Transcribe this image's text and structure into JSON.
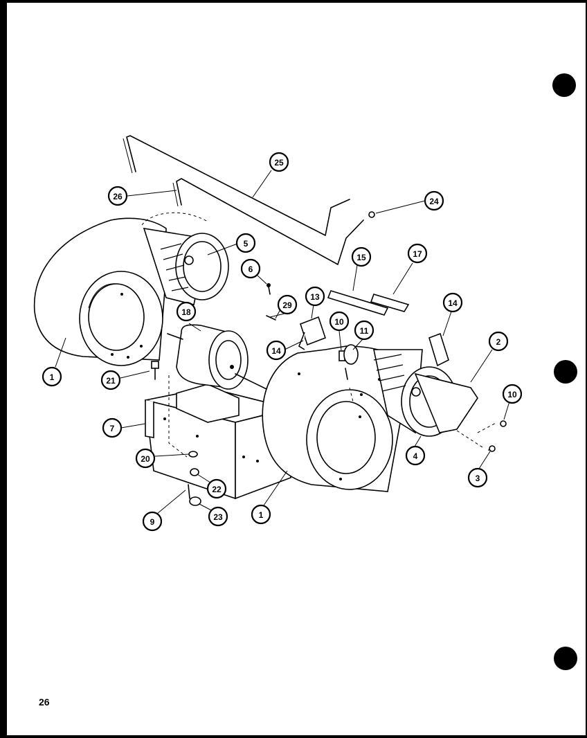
{
  "page": {
    "number": "26"
  },
  "callouts": [
    {
      "id": "c1a",
      "label": "1"
    },
    {
      "id": "c1b",
      "label": "1"
    },
    {
      "id": "c2",
      "label": "2"
    },
    {
      "id": "c3",
      "label": "3"
    },
    {
      "id": "c4",
      "label": "4"
    },
    {
      "id": "c5",
      "label": "5"
    },
    {
      "id": "c6",
      "label": "6"
    },
    {
      "id": "c7",
      "label": "7"
    },
    {
      "id": "c9",
      "label": "9"
    },
    {
      "id": "c10a",
      "label": "10"
    },
    {
      "id": "c10b",
      "label": "10"
    },
    {
      "id": "c11",
      "label": "11"
    },
    {
      "id": "c13",
      "label": "13"
    },
    {
      "id": "c14a",
      "label": "14"
    },
    {
      "id": "c14b",
      "label": "14"
    },
    {
      "id": "c15",
      "label": "15"
    },
    {
      "id": "c17",
      "label": "17"
    },
    {
      "id": "c18",
      "label": "18"
    },
    {
      "id": "c20",
      "label": "20"
    },
    {
      "id": "c21",
      "label": "21"
    },
    {
      "id": "c22",
      "label": "22"
    },
    {
      "id": "c23",
      "label": "23"
    },
    {
      "id": "c24",
      "label": "24"
    },
    {
      "id": "c25",
      "label": "25"
    },
    {
      "id": "c26",
      "label": "26"
    },
    {
      "id": "c29",
      "label": "29"
    }
  ]
}
